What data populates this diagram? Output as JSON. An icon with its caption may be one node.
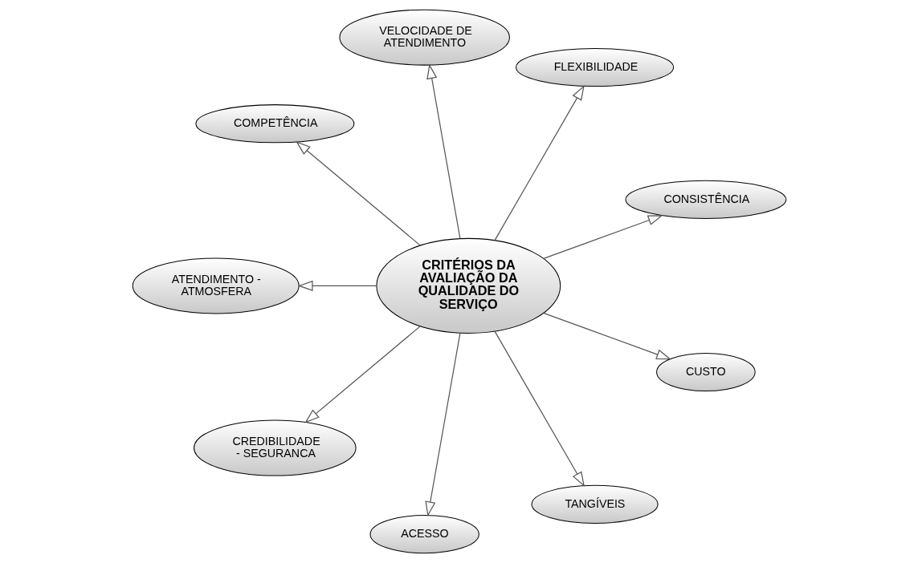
{
  "diagram": {
    "nodes": [
      {
        "text": [
          "CONSISTÊNCIA"
        ]
      },
      {
        "text": [
          "FLEXIBILIDADE"
        ]
      },
      {
        "text": [
          "VELOCIDADE DE ATENDIMENTO"
        ]
      },
      {
        "text": [
          "COMPETÊNCIA"
        ]
      },
      {
        "text": [
          "CRITÉRIOS DA AVALIAÇÃO DA QUALIDADE DO SERVIÇO"
        ]
      },
      {
        "text": [
          "ATENDIMENTO - ATMOSFERA"
        ]
      },
      {
        "text": [
          "CREDIBILIDADE - SEGURANCA"
        ]
      },
      {
        "text": [
          "ACESSO"
        ]
      },
      {
        "text": [
          "TANGÍVEIS"
        ]
      },
      {
        "text": [
          "CUSTO"
        ]
      }
    ],
    "edges": [
      {
        "from": 4,
        "to": 0,
        "arrow": "to"
      },
      {
        "from": 4,
        "to": 2,
        "arrow": "to"
      },
      {
        "from": 4,
        "to": 5,
        "arrow": "to"
      },
      {
        "from": 4,
        "to": 7,
        "arrow": "to"
      },
      {
        "from": 4,
        "to": 9,
        "arrow": "to"
      },
      {
        "from": 4,
        "to": 8,
        "arrow": "to"
      },
      {
        "from": 4,
        "to": 6,
        "arrow": "to"
      },
      {
        "from": 4,
        "to": 3,
        "arrow": "to"
      },
      {
        "from": 4,
        "to": 1,
        "arrow": "to"
      }
    ]
  }
}
